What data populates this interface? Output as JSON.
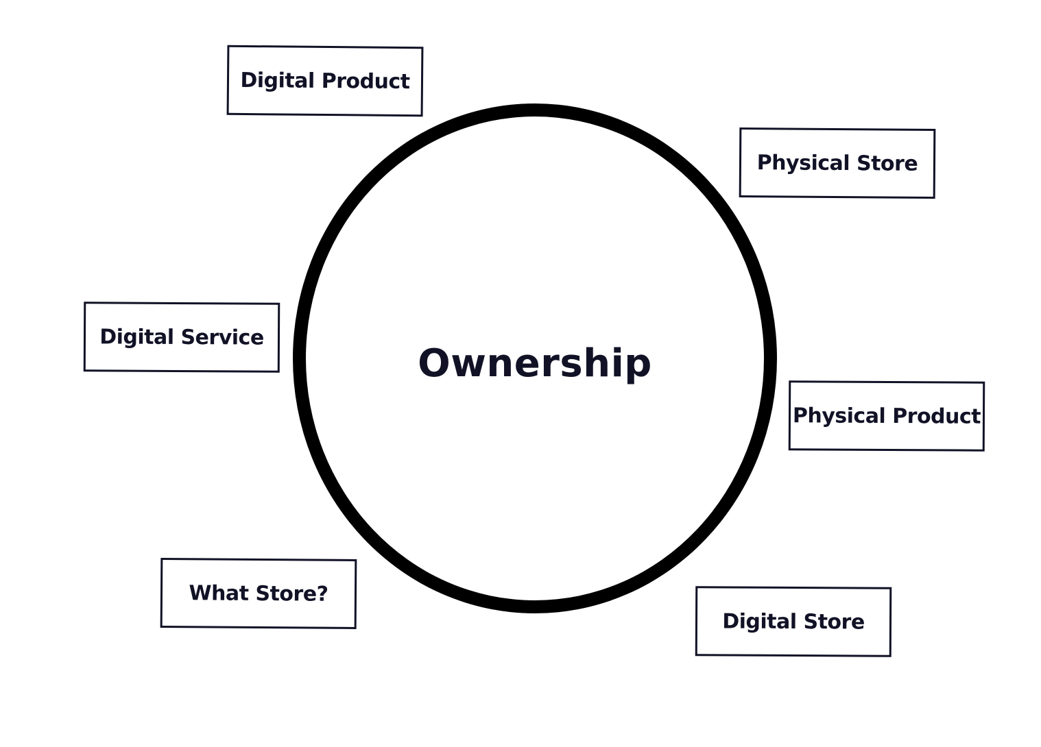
{
  "diagram": {
    "center": {
      "label": "Ownership"
    },
    "boxes": [
      {
        "id": "digital-product",
        "label": "Digital Product"
      },
      {
        "id": "physical-store",
        "label": "Physical Store"
      },
      {
        "id": "digital-service",
        "label": "Digital Service"
      },
      {
        "id": "physical-product",
        "label": "Physical Product"
      },
      {
        "id": "what-store",
        "label": "What Store?"
      },
      {
        "id": "digital-store",
        "label": "Digital Store"
      }
    ]
  },
  "colors": {
    "ink": "#111226",
    "circle_stroke": "#000000",
    "background": "#ffffff"
  }
}
